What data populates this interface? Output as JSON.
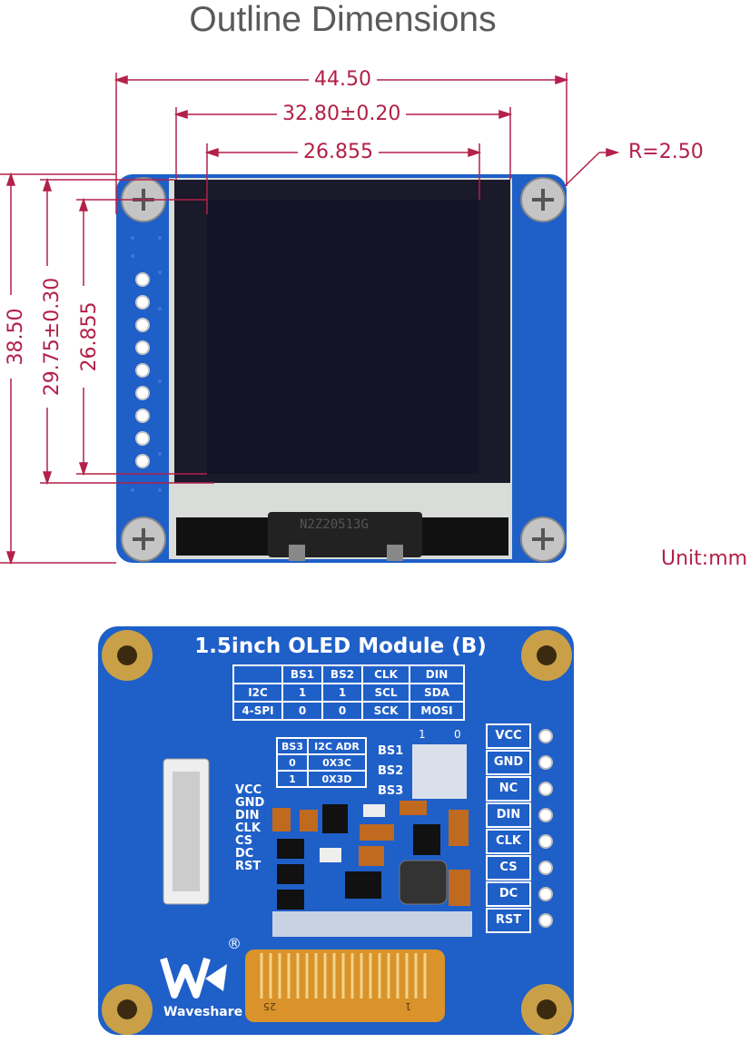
{
  "title": "Outline Dimensions",
  "dimensions": {
    "overall_width": "44.50",
    "display_width": "32.80±0.20",
    "active_width": "26.855",
    "overall_height": "38.50",
    "display_height": "29.75±0.30",
    "active_height": "26.855",
    "corner_radius": "R=2.50",
    "unit": "Unit:mm"
  },
  "front": {
    "side_label": "1.5inch OLED Module (B)",
    "flex_marking": "N2Z20513G"
  },
  "back": {
    "title": "1.5inch OLED Module (B)",
    "bs_table": {
      "header": [
        "",
        "BS1",
        "BS2",
        "CLK",
        "DIN"
      ],
      "rows": [
        [
          "I2C",
          "1",
          "1",
          "SCL",
          "SDA"
        ],
        [
          "4-SPI",
          "0",
          "0",
          "SCK",
          "MOSI"
        ]
      ]
    },
    "addr_table": {
      "header": [
        "BS3",
        "I2C ADR"
      ],
      "rows": [
        [
          "0",
          "0X3C"
        ],
        [
          "1",
          "0X3D"
        ]
      ]
    },
    "jumper_labels": [
      "BS1",
      "BS2",
      "BS3"
    ],
    "jumper_cols": [
      "1",
      "0"
    ],
    "connector_pins": [
      "VCC",
      "GND",
      "DIN",
      "CLK",
      "CS",
      "DC",
      "RST"
    ],
    "header_pins": [
      "VCC",
      "GND",
      "NC",
      "DIN",
      "CLK",
      "CS",
      "DC",
      "RST"
    ],
    "fpc_numbers": [
      "25",
      "1"
    ],
    "brand": "Waveshare",
    "registered": "®"
  },
  "colors": {
    "pcb": "#1f5fc8",
    "dimension": "#b3204a",
    "screen": "#1a1a2a"
  }
}
